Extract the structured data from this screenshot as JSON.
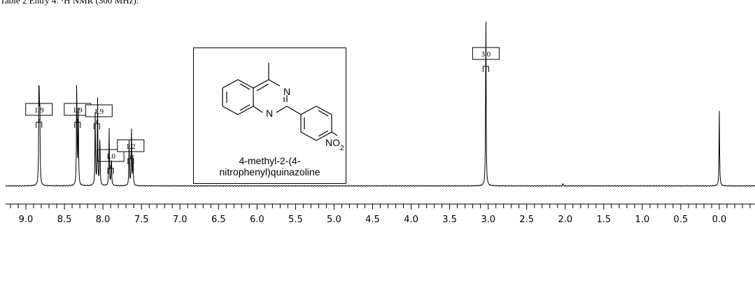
{
  "header": {
    "caption": "Table 2 Entry 4: ¹H NMR (300 MHz):"
  },
  "compound": {
    "name": "4-methyl-2-(4-nitrophenyl)quinazoline",
    "atoms": {
      "n1": "N",
      "n2": "N",
      "no2": "NO",
      "no2_sub": "2"
    }
  },
  "chart_data": {
    "type": "line",
    "title": "",
    "xlabel": "",
    "ylabel": "",
    "x_unit": "ppm",
    "xlim": [
      9.3,
      -0.4
    ],
    "x_reversed": true,
    "grid": false,
    "tick_labels": [
      "9.0",
      "8.5",
      "8.0",
      "7.5",
      "7.0",
      "6.5",
      "6.0",
      "5.5",
      "5.0",
      "4.5",
      "4.0",
      "3.5",
      "3.0",
      "2.5",
      "2.0",
      "1.5",
      "1.0",
      "0.5",
      "0.0"
    ],
    "tick_values": [
      9.0,
      8.5,
      8.0,
      7.5,
      7.0,
      6.5,
      6.0,
      5.5,
      5.0,
      4.5,
      4.0,
      3.5,
      3.0,
      2.5,
      2.0,
      1.5,
      1.0,
      0.5,
      0.0
    ],
    "minor_tick_step": 0.1,
    "peaks": [
      {
        "shift": 8.83,
        "height": 0.64
      },
      {
        "shift": 8.82,
        "height": 0.45
      },
      {
        "shift": 8.34,
        "height": 0.63
      },
      {
        "shift": 8.32,
        "height": 0.45
      },
      {
        "shift": 8.1,
        "height": 0.42
      },
      {
        "shift": 8.07,
        "height": 0.5
      },
      {
        "shift": 8.04,
        "height": 0.3
      },
      {
        "shift": 7.92,
        "height": 0.33
      },
      {
        "shift": 7.89,
        "height": 0.17
      },
      {
        "shift": 7.66,
        "height": 0.25
      },
      {
        "shift": 7.63,
        "height": 0.34
      },
      {
        "shift": 7.61,
        "height": 0.16
      },
      {
        "shift": 3.03,
        "height": 1.0
      },
      {
        "shift": 2.03,
        "height": 0.01
      },
      {
        "shift": 0.0,
        "height": 0.42
      }
    ],
    "integrals": [
      {
        "label": "1.9",
        "shift": 8.83
      },
      {
        "label": "1.9",
        "shift": 8.33
      },
      {
        "label": "1.9",
        "shift": 8.08
      },
      {
        "label": "1.0",
        "shift": 7.9
      },
      {
        "label": "1.2",
        "shift": 7.64
      },
      {
        "label": "3.0",
        "shift": 3.03
      }
    ]
  }
}
